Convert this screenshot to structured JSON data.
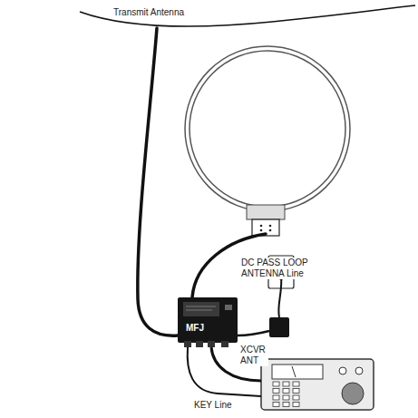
{
  "diagram": {
    "labels": [
      "Transmit Antenna",
      "DC PASS LOOP ANTENNA Line",
      "XCVR ANT",
      "KEY Line",
      "MFJ"
    ]
  }
}
